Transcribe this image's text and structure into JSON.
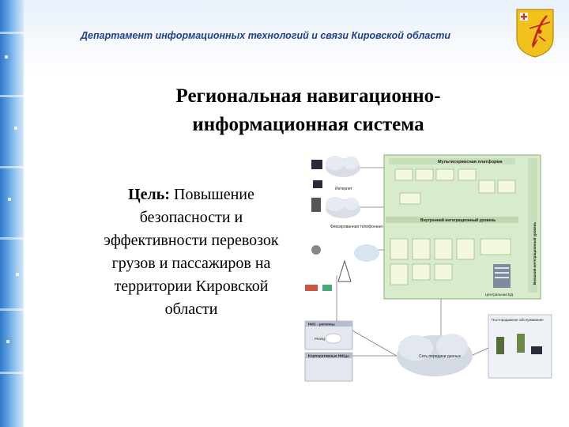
{
  "header": {
    "department": "Департамент информационных технологий и связи Кировской области",
    "coat_of_arms": "kirov-coat-of-arms-icon"
  },
  "slide": {
    "title_line1": "Региональная навигационно-",
    "title_line2": "информационная система",
    "goal_label": "Цель:",
    "goal_text": "Повышение безопасности и эффективности перевозок грузов и пассажиров на территории Кировской области"
  },
  "diagram": {
    "multiservice": "Мультисервисная платформа",
    "internal": "Внутренний интеграционный уровень",
    "external": "Внешний интеграционный уровень",
    "internet": "Интернет",
    "fixed_net": "Фиксированная телефонная сеть",
    "nis_regions": "НИС - регионы",
    "rnic": "РНИЦ",
    "corp_nic": "Корпоративные НИЦы",
    "transfer_net": "Сеть передачи данных",
    "central_db": "Центральная БД",
    "post_sale": "Постпродажное обслуживание"
  },
  "colors": {
    "header_text": "#1d3f8f",
    "strip": "#4f96da",
    "platform_bg": "#d8eccd",
    "module_bg": "#f4f7e0"
  }
}
